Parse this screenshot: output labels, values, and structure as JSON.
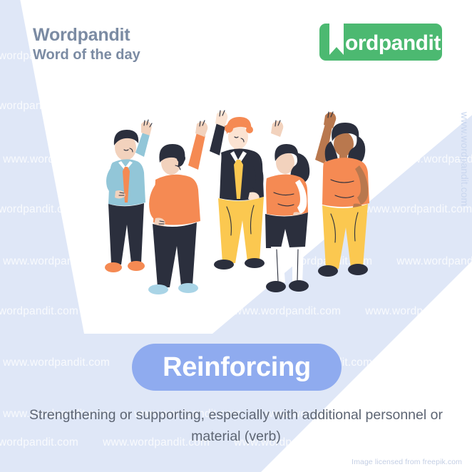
{
  "header": {
    "brand_title": "Wordpandit",
    "brand_subtitle": "Word of the day",
    "logo_text": "ordpandit",
    "logo_color": "#4cb971",
    "logo_icon": "bookmark-w-icon"
  },
  "word": {
    "term": "Reinforcing",
    "pill_color": "#8fabef",
    "text_color": "#ffffff"
  },
  "definition": {
    "text": "Strengthening or supporting, especially with additional personnel or material (verb)"
  },
  "credit": {
    "text": "Image licensed from freepik.com"
  },
  "watermark": {
    "text": "www.wordpandit.com",
    "vertical_text": "www.wordpandit.com"
  },
  "illustration": {
    "name": "group-of-people-raising-hands-illustration",
    "alt": "Five diverse people standing and raising their hands in support",
    "figures": [
      {
        "id": "figure-1-man-blue-shirt",
        "hair": "#2b2f3d",
        "skin": "#f2d2bd",
        "shirt": "#92c6d8",
        "tie": "#f58a53",
        "pants": "#2b2f3d",
        "shoes": "#f58a53"
      },
      {
        "id": "figure-2-man-orange-sweater-back",
        "hair": "#2b2f3d",
        "skin": "#f2d2bd",
        "shirt": "#f58a53",
        "pants": "#2b2f3d",
        "shoes": "#a9d4e6"
      },
      {
        "id": "figure-3-man-ginger-suit",
        "hair": "#f2703a",
        "skin": "#fbe3d2",
        "shirt": "#2b2f3d",
        "tie": "#f5c councilman",
        "pants": "#fbc850",
        "shoes": "#2b2f3d"
      },
      {
        "id": "figure-4-woman-ponytail",
        "hair": "#2b2f3d",
        "skin": "#f2d2bd",
        "shirt": "#f58a53",
        "pants": "#2b2f3d",
        "shoes": "#2b2f3d"
      },
      {
        "id": "figure-5-woman-curly-hair",
        "hair": "#2b2f3d",
        "skin": "#b9784e",
        "shirt": "#f58a53",
        "pants": "#fbc850",
        "shoes": "#2b2f3d"
      }
    ]
  },
  "colors": {
    "background": "#dfe7f7",
    "wedge": "#ffffff",
    "heading": "#7b8ba3",
    "body_text": "#5d6573"
  }
}
